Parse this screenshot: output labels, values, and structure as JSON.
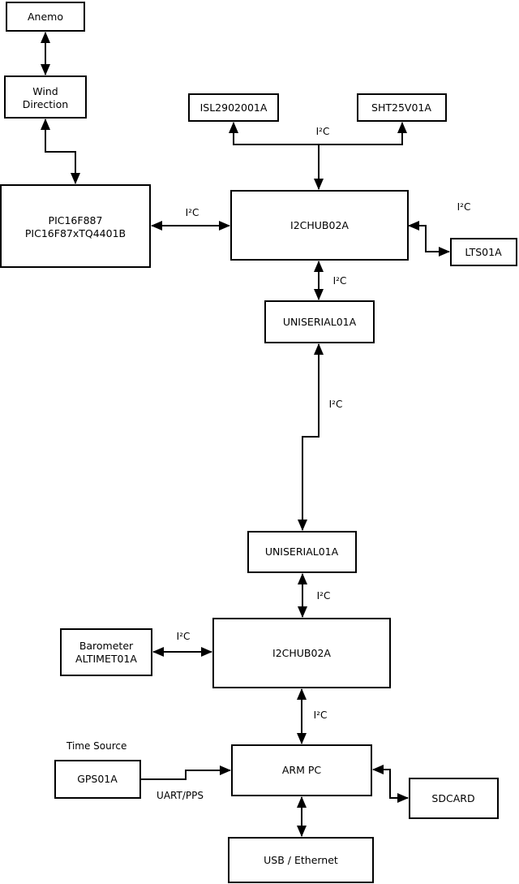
{
  "diagram": {
    "nodes": {
      "anemo": {
        "label": "Anemo"
      },
      "wind_direction": {
        "line1": "Wind",
        "line2": "Direction"
      },
      "pic": {
        "line1": "PIC16F887",
        "line2": "PIC16F87xTQ4401B"
      },
      "isl": {
        "label": "ISL2902001A"
      },
      "sht": {
        "label": "SHT25V01A"
      },
      "hub1": {
        "label": "I2CHUB02A"
      },
      "lts": {
        "label": "LTS01A"
      },
      "uniserial1": {
        "label": "UNISERIAL01A"
      },
      "uniserial2": {
        "label": "UNISERIAL01A"
      },
      "hub2": {
        "label": "I2CHUB02A"
      },
      "barometer": {
        "line1": "Barometer",
        "line2": "ALTIMET01A"
      },
      "gps": {
        "label": "GPS01A"
      },
      "arm_pc": {
        "label": "ARM PC"
      },
      "sdcard": {
        "label": "SDCARD"
      },
      "usb_ethernet": {
        "label": "USB / Ethernet"
      }
    },
    "edge_labels": {
      "pic_hub1": "I²C",
      "hub1_sensors": "I²C",
      "hub1_lts": "I²C",
      "hub1_uniserial1": "I²C",
      "uniserial1_uniserial2": "I²C",
      "uniserial2_hub2": "I²C",
      "barometer_hub2": "I²C",
      "hub2_armpc": "I²C",
      "gps_armpc": "UART/PPS"
    },
    "annotations": {
      "time_source": "Time Source"
    },
    "colors": {
      "line": "#000000",
      "box_fill": "#ffffff",
      "text": "#000000",
      "background": "#ffffff"
    }
  }
}
